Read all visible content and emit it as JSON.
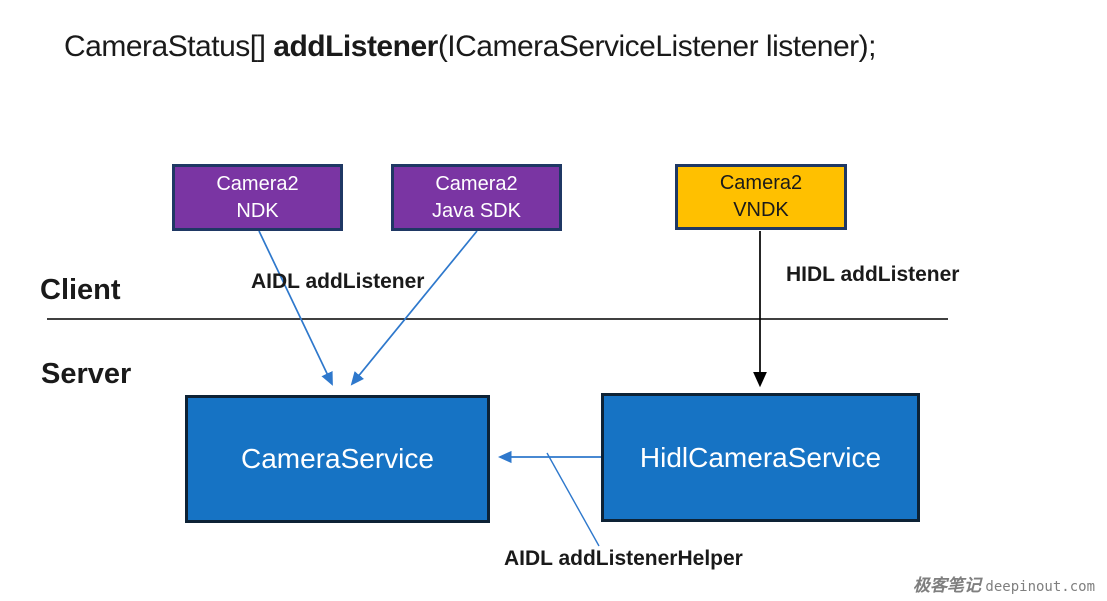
{
  "title": {
    "prefix": "CameraStatus[] ",
    "bold": "addListener",
    "suffix": "(ICameraServiceListener listener);"
  },
  "layers": {
    "client": "Client",
    "server": "Server"
  },
  "nodes": {
    "camera2_ndk": {
      "line1": "Camera2",
      "line2": "NDK"
    },
    "camera2_java_sdk": {
      "line1": "Camera2",
      "line2": "Java SDK"
    },
    "camera2_vndk": {
      "line1": "Camera2",
      "line2": "VNDK"
    },
    "camera_service": {
      "label": "CameraService"
    },
    "hidl_camera_service": {
      "label": "HidlCameraService"
    }
  },
  "edges": {
    "aidl_add_listener": "AIDL addListener",
    "hidl_add_listener": "HIDL addListener",
    "aidl_add_listener_helper": "AIDL addListenerHelper"
  },
  "watermark": {
    "cn": "极客笔记",
    "en": "deepinout.com"
  },
  "colors": {
    "purple_box": "#7A35A3",
    "orange_box": "#FFC000",
    "blue_box": "#1673C4",
    "box_border_navy": "#1F3864",
    "box_border_dark": "#0D2235",
    "arrow_blue": "#2E78CC",
    "arrow_black": "#000000",
    "text_dark": "#1a1a1a",
    "watermark_gray": "#7f7f7f"
  }
}
